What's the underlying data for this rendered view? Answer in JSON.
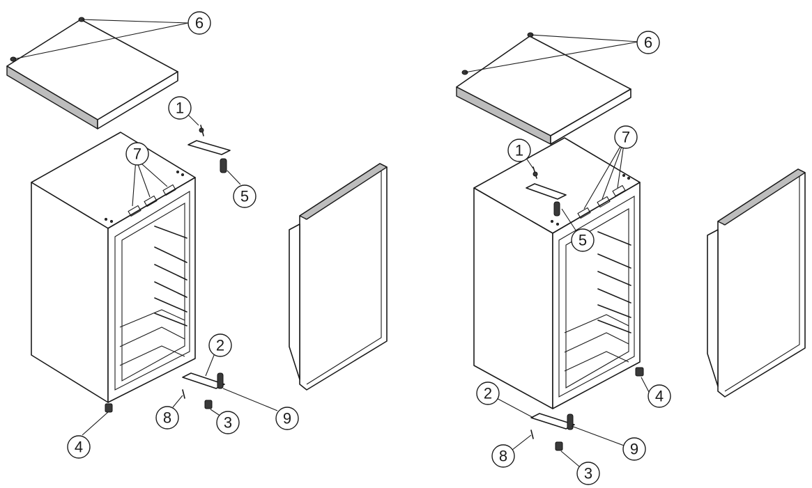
{
  "callouts": [
    {
      "id": "left-6",
      "label": "6"
    },
    {
      "id": "left-1",
      "label": "1"
    },
    {
      "id": "left-7",
      "label": "7"
    },
    {
      "id": "left-5",
      "label": "5"
    },
    {
      "id": "left-2",
      "label": "2"
    },
    {
      "id": "left-8",
      "label": "8"
    },
    {
      "id": "left-3",
      "label": "3"
    },
    {
      "id": "left-9",
      "label": "9"
    },
    {
      "id": "left-4",
      "label": "4"
    },
    {
      "id": "right-6",
      "label": "6"
    },
    {
      "id": "right-1",
      "label": "1"
    },
    {
      "id": "right-7",
      "label": "7"
    },
    {
      "id": "right-5",
      "label": "5"
    },
    {
      "id": "right-4",
      "label": "4"
    },
    {
      "id": "right-2",
      "label": "2"
    },
    {
      "id": "right-9",
      "label": "9"
    },
    {
      "id": "right-8",
      "label": "8"
    },
    {
      "id": "right-3",
      "label": "3"
    }
  ]
}
